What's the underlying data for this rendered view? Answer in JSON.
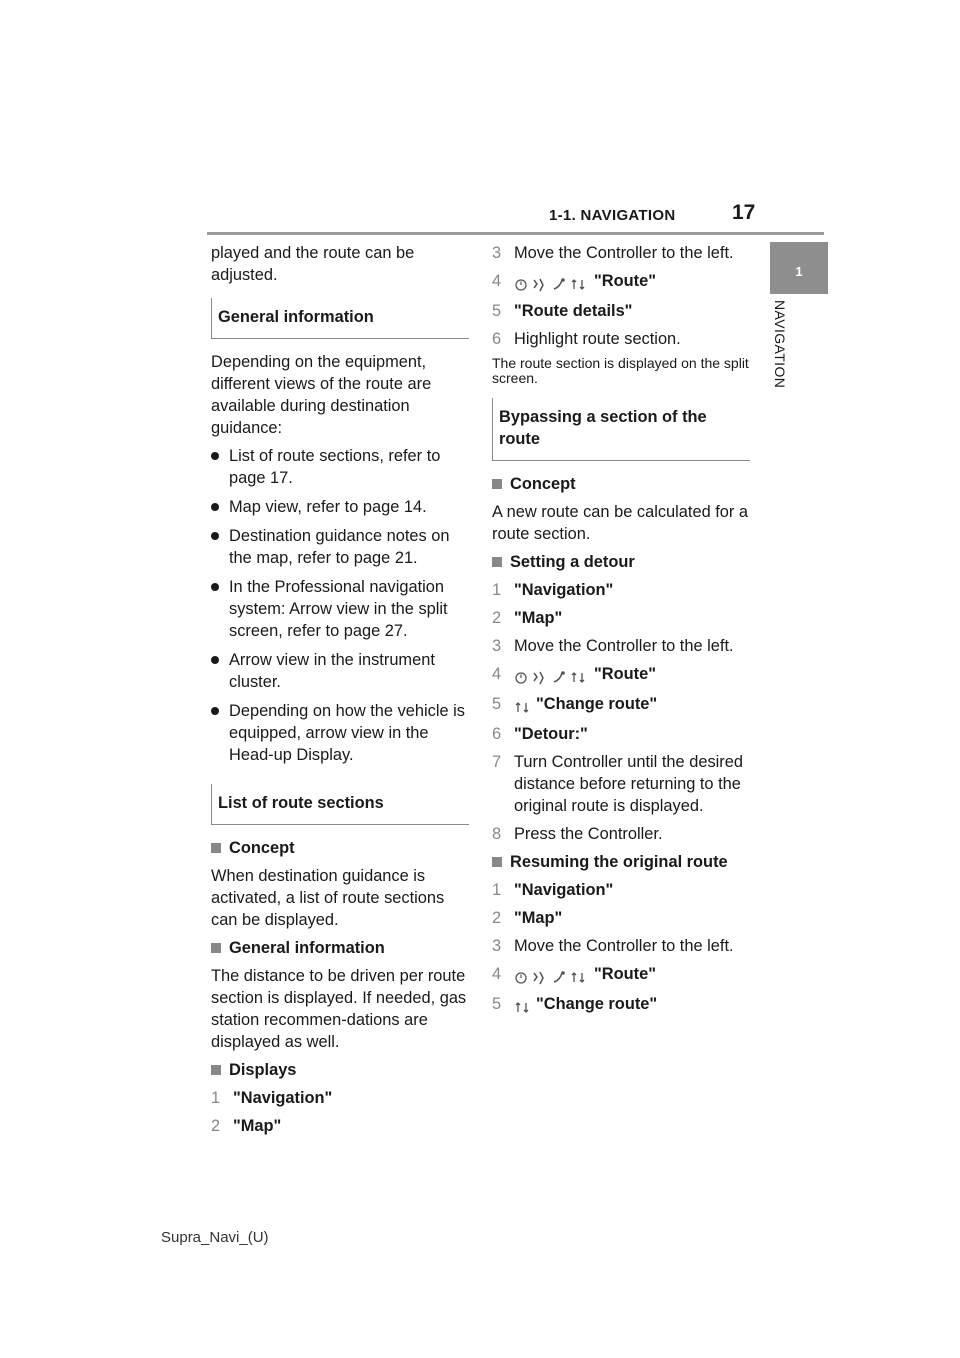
{
  "header": {
    "title": "1-1. NAVIGATION",
    "page_number": "17"
  },
  "side_tab": {
    "number": "1",
    "label": "NAVIGATION"
  },
  "footer": "Supra_Navi_(U)",
  "left": {
    "intro": "played and the route can be adjusted.",
    "section1": "General information",
    "para1": "Depending on the equipment, different views of the route are available during destination guidance:",
    "bullets": [
      "List of route sections, refer to page 17.",
      "Map view, refer to page 14.",
      "Destination guidance notes on the map, refer to page 21.",
      "In the Professional navigation system: Arrow view in the split screen, refer to page 27.",
      "Arrow view in the instrument cluster.",
      "Depending on how the vehicle is equipped, arrow view in the Head-up Display."
    ],
    "section2": "List of route sections",
    "sub_concept": "Concept",
    "concept_text": "When destination guidance is activated, a list of route sections can be displayed.",
    "sub_general": "General information",
    "general_text": "The distance to be driven per route section is displayed. If needed, gas station recommen-dations are displayed as well.",
    "sub_displays": "Displays",
    "steps": [
      {
        "num": "1",
        "text": "\"Navigation\""
      },
      {
        "num": "2",
        "text": "\"Map\""
      }
    ]
  },
  "right": {
    "steps_a": [
      {
        "num": "3",
        "text": "Move the Controller to the left."
      },
      {
        "num": "4",
        "text": "\"Route\""
      },
      {
        "num": "5",
        "text": "\"Route details\""
      },
      {
        "num": "6",
        "text": "Highlight route section."
      }
    ],
    "note": "The route section is displayed on the split screen.",
    "section3": "Bypassing a section of the route",
    "sub_concept": "Concept",
    "concept_text": "A new route can be calculated for a route section.",
    "sub_detour": "Setting a detour",
    "steps_b": [
      {
        "num": "1",
        "text": "\"Navigation\""
      },
      {
        "num": "2",
        "text": "\"Map\""
      },
      {
        "num": "3",
        "text": "Move the Controller to the left."
      },
      {
        "num": "4",
        "text": "\"Route\""
      },
      {
        "num": "5",
        "text": "\"Change route\""
      },
      {
        "num": "6",
        "text": "\"Detour:\""
      },
      {
        "num": "7",
        "text": "Turn Controller until the desired distance before returning to the original route is displayed."
      },
      {
        "num": "8",
        "text": "Press the Controller."
      }
    ],
    "sub_resume": "Resuming the original route",
    "steps_c": [
      {
        "num": "1",
        "text": "\"Navigation\""
      },
      {
        "num": "2",
        "text": "\"Map\""
      },
      {
        "num": "3",
        "text": "Move the Controller to the left."
      },
      {
        "num": "4",
        "text": "\"Route\""
      },
      {
        "num": "5",
        "text": "\"Change route\""
      }
    ]
  }
}
